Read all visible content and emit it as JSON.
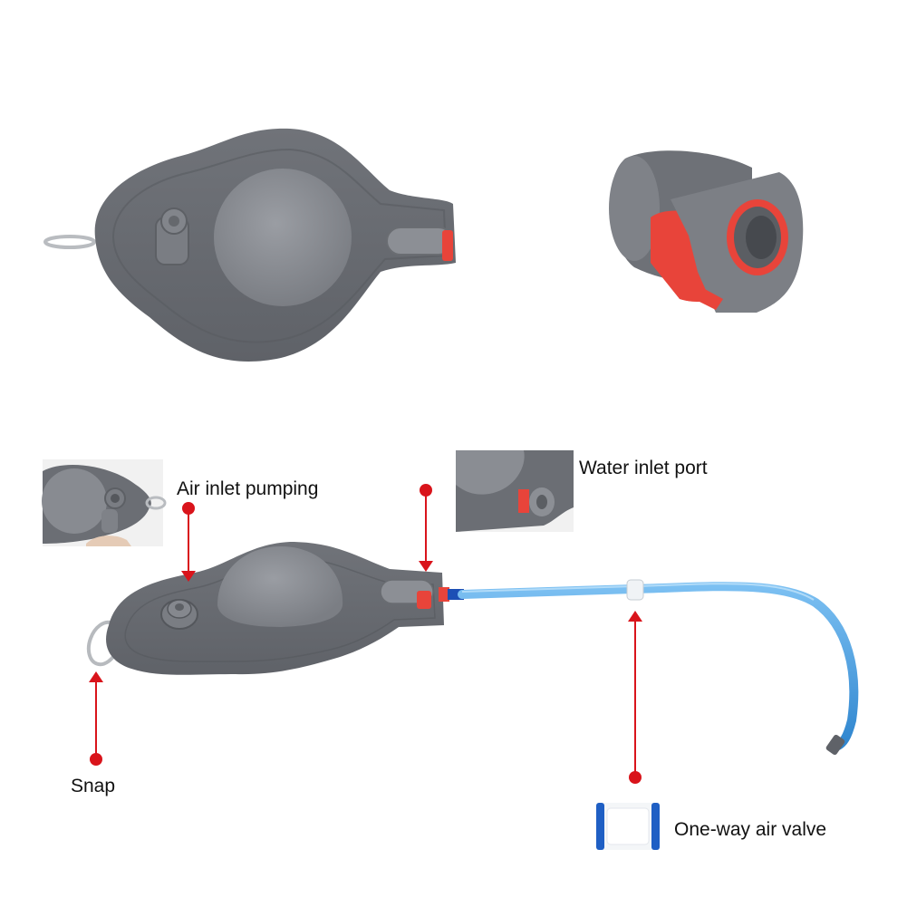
{
  "labels": {
    "air_inlet": "Air inlet pumping",
    "water_inlet": "Water inlet port",
    "snap": "Snap",
    "valve": "One-way air valve"
  },
  "colors": {
    "background": "#ffffff",
    "bladder_gray": "#6e7177",
    "dome_gray": "#8d9096",
    "accent_red": "#e8443a",
    "pointer_red": "#d9141b",
    "hose_blue": "#4a9fe0",
    "valve_white": "#f4f6f8",
    "valve_blue": "#1f5fc4"
  },
  "icons": {
    "ring": "snap-ring-icon",
    "cap": "air-cap-icon",
    "port": "water-port-icon"
  }
}
